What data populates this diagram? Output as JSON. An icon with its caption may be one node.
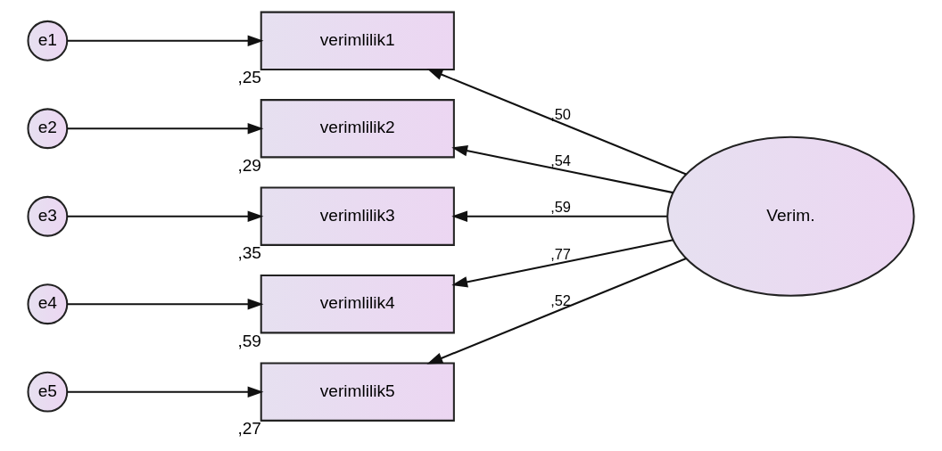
{
  "diagram": {
    "nodes": [
      {
        "text": [
          "e1"
        ]
      },
      {
        "text": [
          "e2"
        ]
      },
      {
        "text": [
          "e3"
        ]
      },
      {
        "text": [
          "e4"
        ]
      },
      {
        "text": [
          "e5"
        ]
      },
      {
        "text": [
          "verimlilik1"
        ],
        "beside": [
          ",25"
        ]
      },
      {
        "text": [
          "verimlilik2"
        ],
        "beside": [
          ",29"
        ]
      },
      {
        "text": [
          "verimlilik3"
        ],
        "beside": [
          ",35"
        ]
      },
      {
        "text": [
          "verimlilik4"
        ],
        "beside": [
          ",59"
        ]
      },
      {
        "text": [
          "verimlilik5"
        ],
        "beside": [
          ",27"
        ]
      },
      {
        "text": [
          "Verim."
        ]
      }
    ],
    "edges": [
      {
        "from": 0,
        "to": 5,
        "arrow": "to"
      },
      {
        "from": 1,
        "to": 6,
        "arrow": "to"
      },
      {
        "from": 2,
        "to": 7,
        "arrow": "to"
      },
      {
        "from": 3,
        "to": 8,
        "arrow": "to"
      },
      {
        "from": 4,
        "to": 9,
        "arrow": "to"
      },
      {
        "from": 10,
        "to": 5,
        "arrow": "to",
        "label": ",50"
      },
      {
        "from": 10,
        "to": 6,
        "arrow": "to",
        "label": ",54"
      },
      {
        "from": 10,
        "to": 7,
        "arrow": "to",
        "label": ",59"
      },
      {
        "from": 10,
        "to": 8,
        "arrow": "to",
        "label": ",77"
      },
      {
        "from": 10,
        "to": 9,
        "arrow": "to",
        "label": ",52"
      }
    ]
  }
}
